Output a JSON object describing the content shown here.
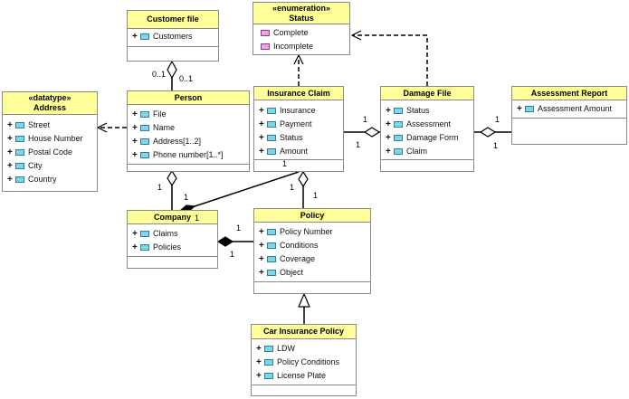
{
  "classes": {
    "customer_file": {
      "title": "Customer file",
      "attributes": [
        "Customers"
      ]
    },
    "status": {
      "stereotype": "«enumeration»",
      "title": "Status",
      "literals": [
        "Complete",
        "Incomplete"
      ]
    },
    "address": {
      "stereotype": "«datatype»",
      "title": "Address",
      "attributes": [
        "Street",
        "House Number",
        "Postal Code",
        "City",
        "Country"
      ]
    },
    "person": {
      "title": "Person",
      "attributes": [
        "File",
        "Name",
        "Address[1..2]",
        "Phone number[1..*]"
      ]
    },
    "insurance_claim": {
      "title": "Insurance Claim",
      "attributes": [
        "Insurance",
        "Payment",
        "Status",
        "Amount"
      ]
    },
    "damage_file": {
      "title": "Damage File",
      "attributes": [
        "Status",
        "Assessment",
        "Damage Form",
        "Claim"
      ]
    },
    "assessment_report": {
      "title": "Assessment Report",
      "attributes": [
        "Assessment Amount"
      ]
    },
    "company": {
      "title": "Company",
      "attributes": [
        "Claims",
        "Policies"
      ]
    },
    "policy": {
      "title": "Policy",
      "attributes": [
        "Policy Number",
        "Conditions",
        "Coverage",
        "Object"
      ]
    },
    "car_insurance_policy": {
      "title": "Car Insurance Policy",
      "attributes": [
        "LDW",
        "Policy Conditions",
        "License Plate"
      ]
    }
  },
  "multiplicities": {
    "customer_person_left": "0..1",
    "customer_person_right": "0..1",
    "claim_damage_a": "1",
    "claim_damage_b": "1",
    "damage_report_a": "1",
    "damage_report_b": "1",
    "claim_bottom": "1",
    "person_company": "1",
    "company_claim_a": "1",
    "company_claim_b": "1",
    "claim_policy": "1",
    "policy_claim": "1",
    "company_policy_a": "1",
    "company_policy_b": "1"
  },
  "colors": {
    "header_fill": "#ffff99",
    "attribute_icon": "#7ed7e6",
    "literal_icon": "#e6a4e2"
  }
}
